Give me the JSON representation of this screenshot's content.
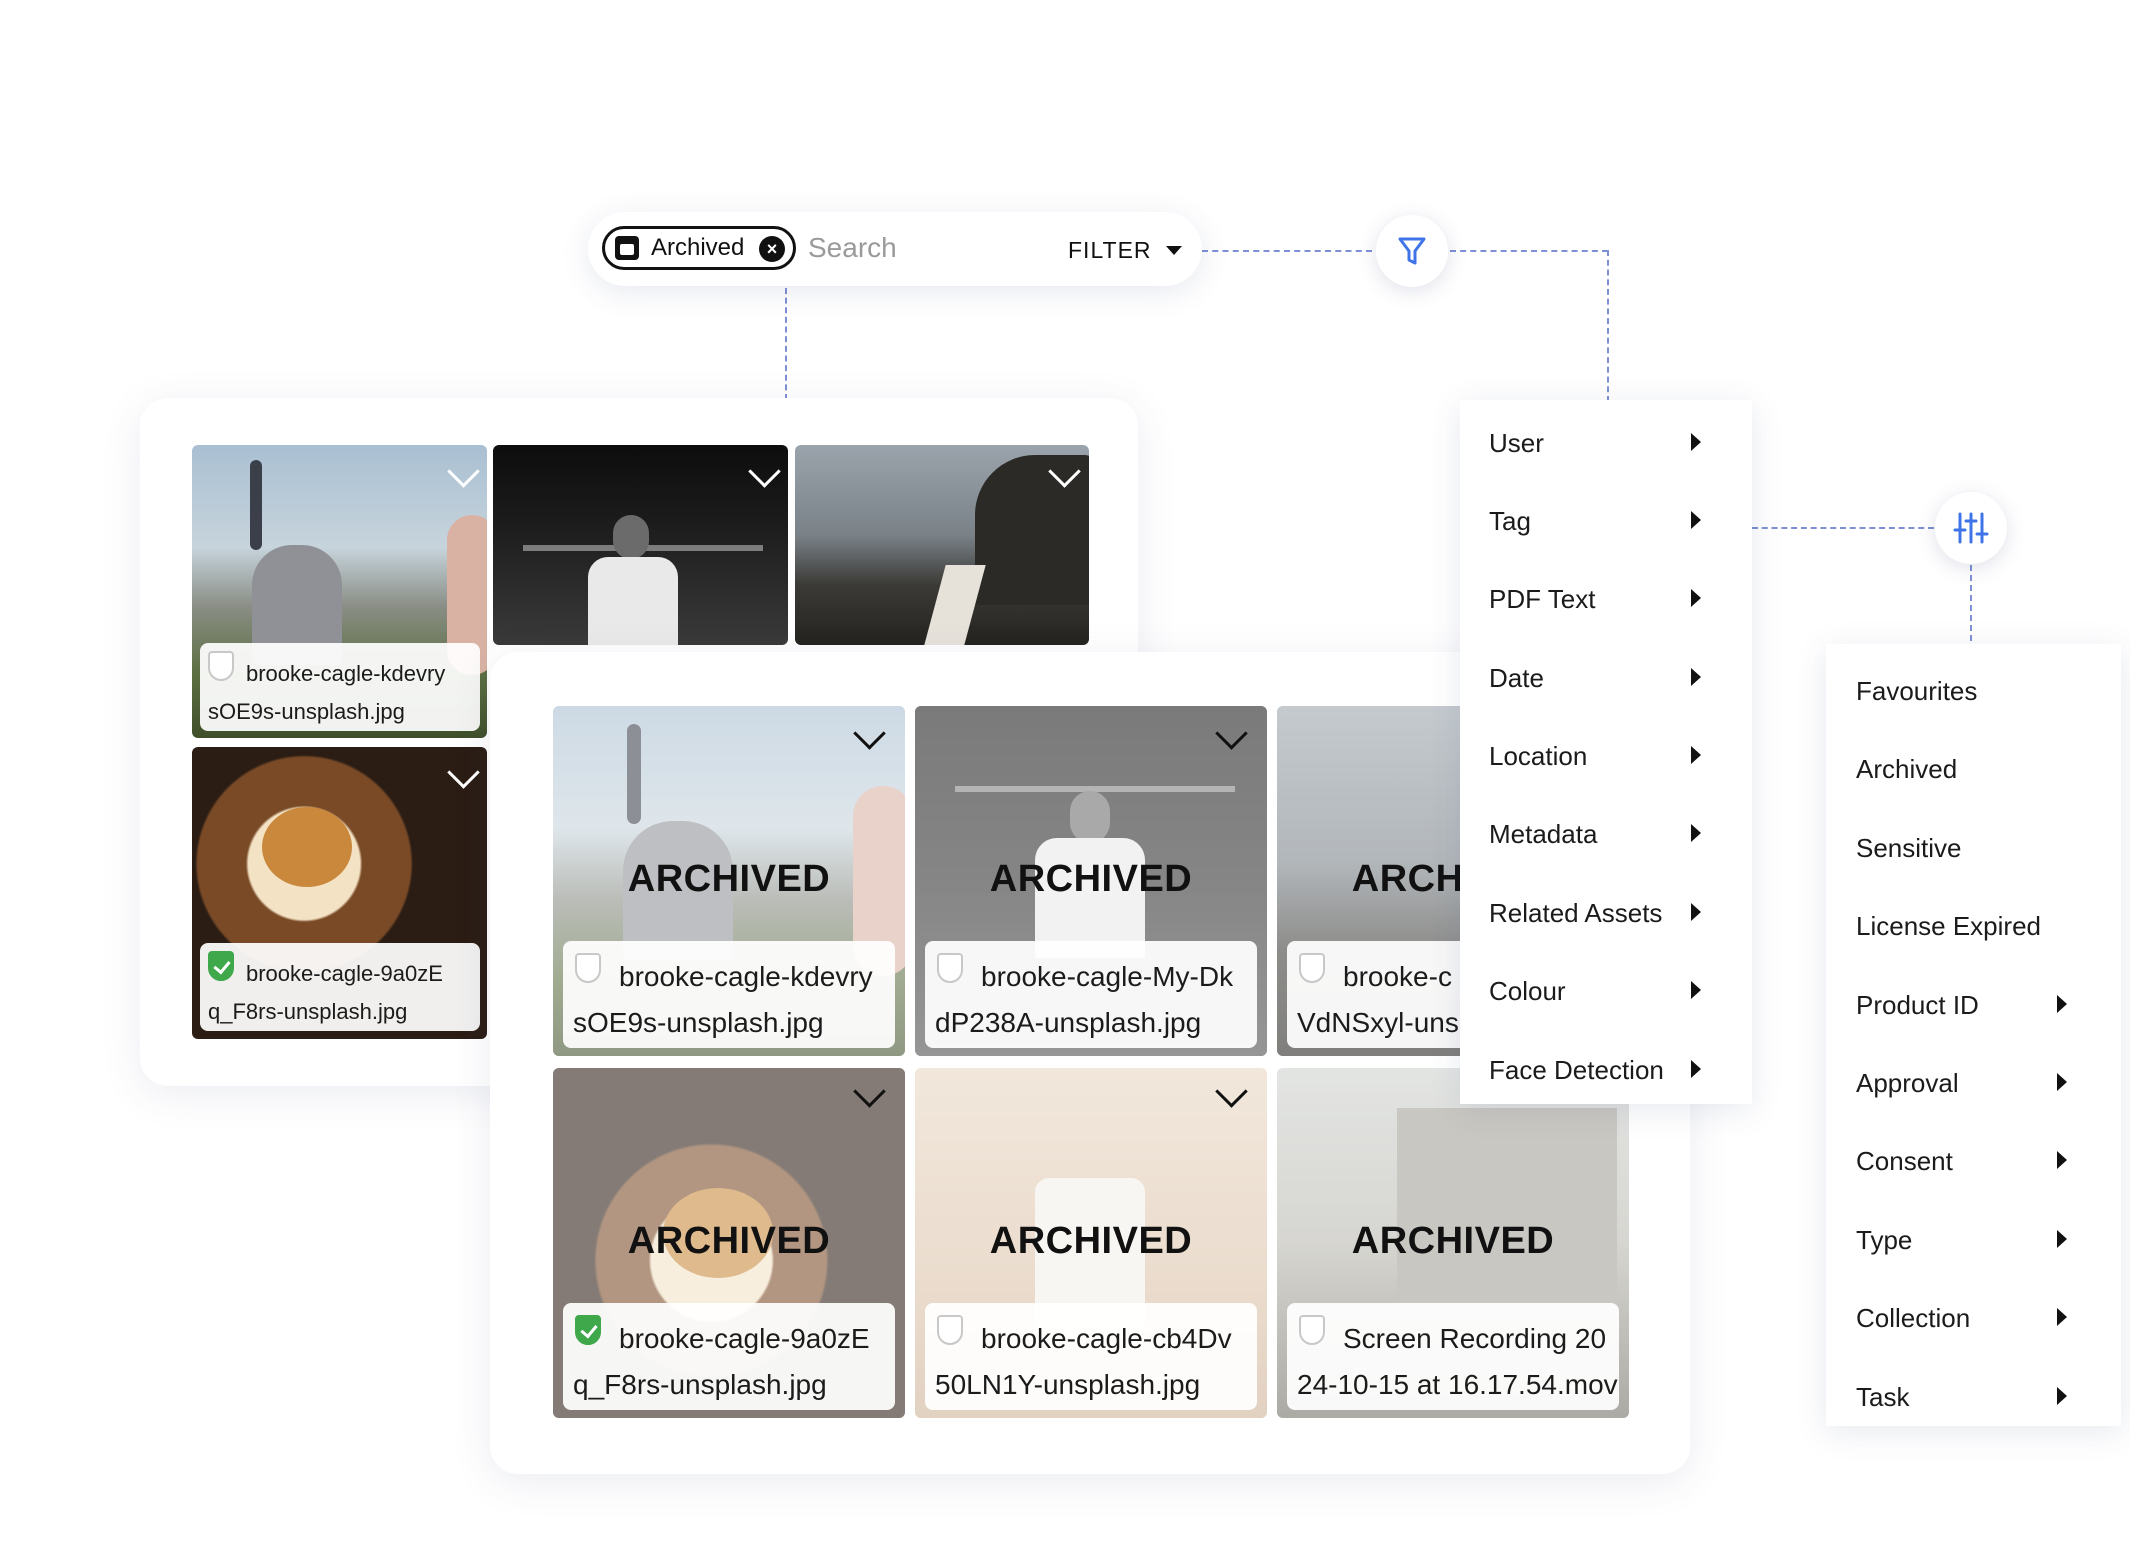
{
  "search": {
    "chip_label": "Archived",
    "placeholder": "Search",
    "filter_label": "FILTER"
  },
  "back_panel": {
    "items": [
      {
        "name_line1": "brooke-cagle-kdevry",
        "name_line2": "sOE9s-unsplash.jpg",
        "protected": false
      },
      {
        "name_line1": "brooke-cagle-9a0zE",
        "name_line2": "q_F8rs-unsplash.jpg",
        "protected": true
      }
    ]
  },
  "front_panel": {
    "badge": "ARCHIVED",
    "items": [
      {
        "name_line1": "brooke-cagle-kdevry",
        "name_line2": "sOE9s-unsplash.jpg",
        "protected": false
      },
      {
        "name_line1": "brooke-cagle-My-Dk",
        "name_line2": "dP238A-unsplash.jpg",
        "protected": false
      },
      {
        "name_line1": "brooke-c",
        "name_line2": "VdNSxyl-uns",
        "protected": false
      },
      {
        "name_line1": "brooke-cagle-9a0zE",
        "name_line2": "q_F8rs-unsplash.jpg",
        "protected": true
      },
      {
        "name_line1": "brooke-cagle-cb4Dv",
        "name_line2": "50LN1Y-unsplash.jpg",
        "protected": false
      },
      {
        "name_line1": "Screen Recording 20",
        "name_line2": "24-10-15 at 16.17.54.mov",
        "protected": false
      }
    ]
  },
  "filter_menu": {
    "items": [
      "User",
      "Tag",
      "PDF Text",
      "Date",
      "Location",
      "Metadata",
      "Related Assets",
      "Colour",
      "Face Detection"
    ]
  },
  "quick_menu": {
    "items": [
      {
        "label": "Favourites",
        "submenu": false
      },
      {
        "label": "Archived",
        "submenu": false
      },
      {
        "label": "Sensitive",
        "submenu": false
      },
      {
        "label": "License Expired",
        "submenu": false
      },
      {
        "label": "Product ID",
        "submenu": true
      },
      {
        "label": "Approval",
        "submenu": true
      },
      {
        "label": "Consent",
        "submenu": true
      },
      {
        "label": "Type",
        "submenu": true
      },
      {
        "label": "Collection",
        "submenu": true
      },
      {
        "label": "Task",
        "submenu": true
      }
    ]
  },
  "colors": {
    "accent_blue": "#3f74e8",
    "dashed_line": "#7e8fd6",
    "protected_green": "#3ea84a"
  }
}
